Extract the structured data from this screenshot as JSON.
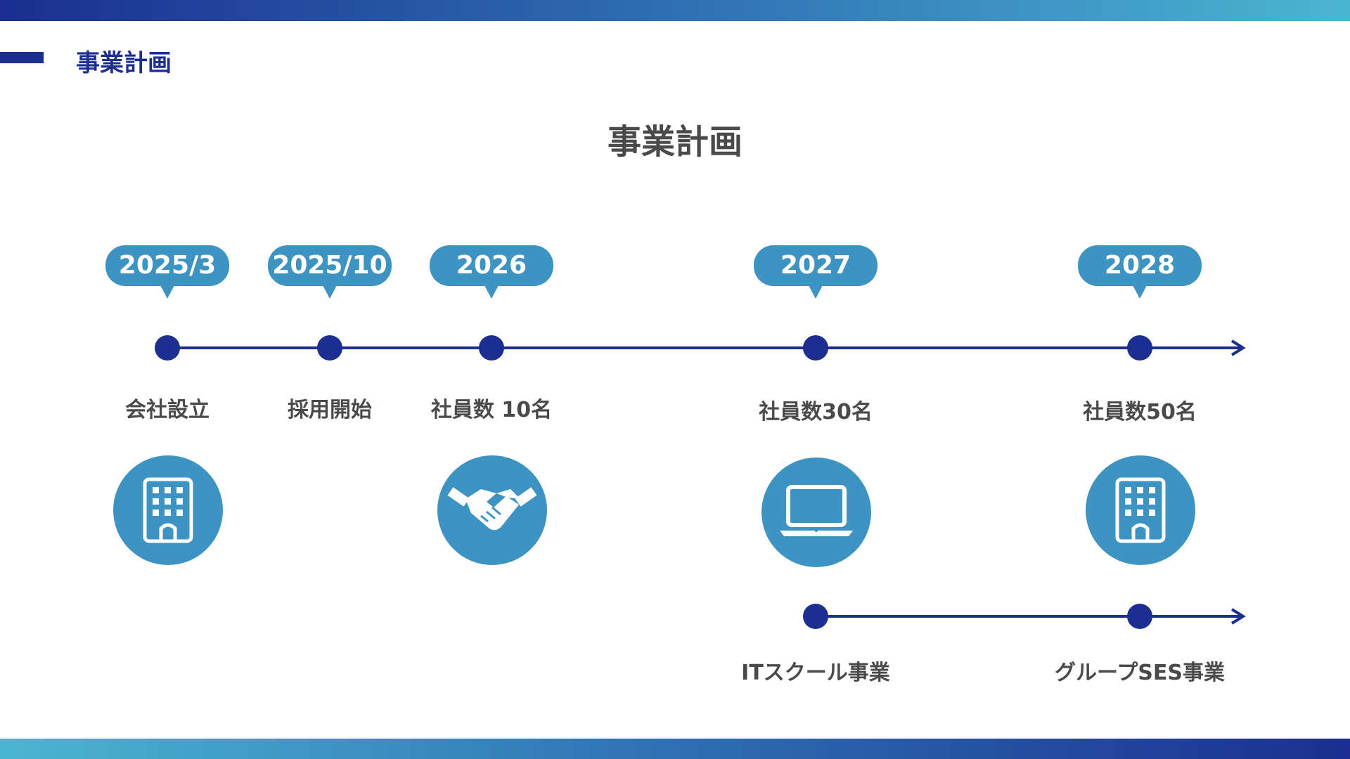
{
  "header": {
    "title": "事業計画"
  },
  "slide_title": "事業計画",
  "milestones": [
    {
      "year": "2025/3",
      "label": "会社設立",
      "icon": "building-icon"
    },
    {
      "year": "2025/10",
      "label": "採用開始",
      "icon": ""
    },
    {
      "year": "2026",
      "label": "社員数 10名",
      "icon": "handshake-icon"
    },
    {
      "year": "2027",
      "label": "社員数30名",
      "icon": "laptop-icon"
    },
    {
      "year": "2028",
      "label": "社員数50名",
      "icon": "building-icon"
    }
  ],
  "businesses": [
    {
      "label": "ITスクール事業"
    },
    {
      "label": "グループSES事業"
    }
  ],
  "colors": {
    "navy": "#1a2f8f",
    "accent_blue": "#3d93c1",
    "text_gray": "#4a4a4a",
    "gradient_light": "#4bb6d2"
  }
}
